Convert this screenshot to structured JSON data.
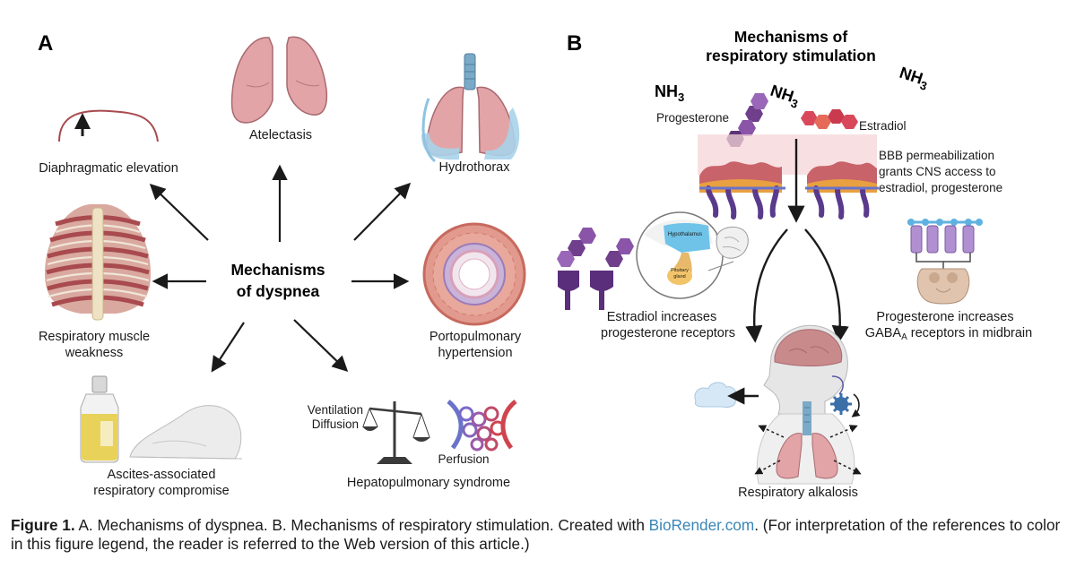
{
  "panel_a": {
    "letter": "A",
    "center_title_line1": "Mechanisms",
    "center_title_line2": "of dyspnea",
    "atelectasis": "Atelectasis",
    "hydrothorax": "Hydrothorax",
    "diaphragm_elevation": "Diaphragmatic elevation",
    "muscle_weakness_line1": "Respiratory muscle",
    "muscle_weakness_line2": "weakness",
    "portopulmonary_line1": "Portopulmonary",
    "portopulmonary_line2": "hypertension",
    "ascites_line1": "Ascites-associated",
    "ascites_line2": "respiratory compromise",
    "hps": "Hepatopulmonary syndrome",
    "ventilation": "Ventilation",
    "diffusion": "Diffusion",
    "perfusion": "Perfusion"
  },
  "panel_b": {
    "letter": "B",
    "title_line1": "Mechanisms of",
    "title_line2": "respiratory stimulation",
    "nh3_label": "NH",
    "nh3_sub": "3",
    "progesterone": "Progesterone",
    "estradiol": "Estradiol",
    "bbb_line1": "BBB permeabilization",
    "bbb_line2": "grants CNS access to",
    "bbb_line3": "estradiol, progesterone",
    "hypothalamus": "Hypothalamus",
    "pituitary_line1": "Pituitary",
    "pituitary_line2": "gland",
    "estradiol_receptors_line1": "Estradiol increases",
    "estradiol_receptors_line2": "progesterone receptors",
    "gaba_line1": "Progesterone increases",
    "gaba_prefix": "GABA",
    "gaba_sub": "A",
    "gaba_suffix": " receptors in midbrain",
    "alkalosis": "Respiratory alkalosis"
  },
  "caption": {
    "label": "Figure 1.",
    "text_before_link": " A. Mechanisms of dyspnea. B. Mechanisms of respiratory stimulation. Created with ",
    "link_text": "BioRender.com",
    "text_after_link": ". (For interpretation of the references to color in this figure legend, the reader is referred to the Web version of this article.)"
  },
  "colors": {
    "lung_pink": "#e2a4a6",
    "fluid_blue": "#a8d3ea",
    "muscle_red": "#a84a4e",
    "receptor_purple": "#6f3f8c",
    "estradiol_red": "#d9485a",
    "arrow": "#1a1a1a",
    "link_blue": "#3a86b8"
  }
}
